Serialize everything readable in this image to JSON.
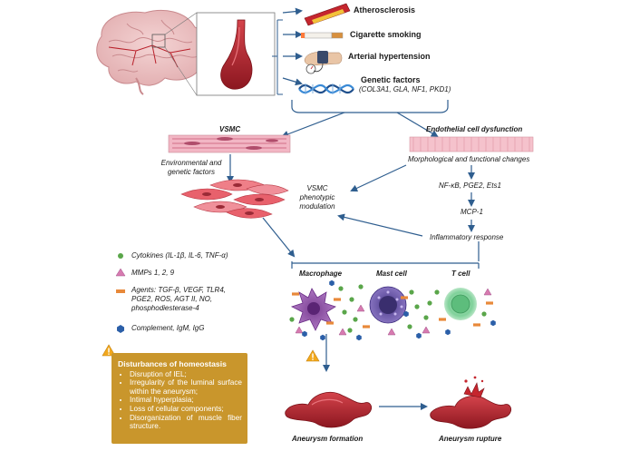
{
  "risk_factors": [
    {
      "label": "Atherosclerosis",
      "icon": "atherosclerotic-artery-icon"
    },
    {
      "label": "Cigarette smoking",
      "icon": "cigarette-icon"
    },
    {
      "label": "Arterial hypertension",
      "icon": "blood-pressure-cuff-icon"
    },
    {
      "label": "Genetic factors",
      "icon": "dna-helix-icon"
    }
  ],
  "genetic_genes": "(COL3A1, GLA, NF1, PKD1)",
  "vsmc": {
    "heading": "VSMC",
    "env_line1": "Environmental and",
    "env_line2": "genetic factors",
    "pheno_line1": "VSMC",
    "pheno_line2": "phenotypic",
    "pheno_line3": "modulation"
  },
  "endothelial": {
    "heading": "Endothelial cell dysfunction",
    "changes": "Morphological and functional changes",
    "mediators": "NF-κB, PGE2, Ets1",
    "mcp": "MCP-1",
    "inflammatory": "Inflammatory response"
  },
  "legend": [
    {
      "symbol": "green-circle",
      "color": "#5aa64a",
      "label": "Cytokines (IL-1β, IL-6, TNF-α)"
    },
    {
      "symbol": "pink-triangle",
      "color": "#d77bb0",
      "label": "MMPs 1, 2, 9"
    },
    {
      "symbol": "orange-rect",
      "color": "#e8893a",
      "label_line1": "Agents: TGF-β, VEGF, TLR4,",
      "label_line2": "PGE2, ROS, AGT II, NO,",
      "label_line3": "phosphodiesterase-4"
    },
    {
      "symbol": "blue-hexagon",
      "color": "#2b5fa8",
      "label": "Complement, IgM, IgG"
    }
  ],
  "cells": {
    "macrophage": "Macrophage",
    "mast": "Mast cell",
    "tcell": "T cell"
  },
  "homeostasis": {
    "title": "Disturbances of homeostasis",
    "items": [
      "Disruption of IEL;",
      "Irregularity of the luminal surface within the aneurysm;",
      "Intimal hyperplasia;",
      "Loss of cellular components;",
      "Disorganization of muscle fiber structure."
    ]
  },
  "outcomes": {
    "formation": "Aneurysm formation",
    "rupture": "Aneurysm rupture"
  },
  "colors": {
    "arrow": "#2f5e8f",
    "box": "#c9962c",
    "vessel": "#b8202a",
    "tissue": "#f2b6c4",
    "warning": "#f2a81d"
  }
}
